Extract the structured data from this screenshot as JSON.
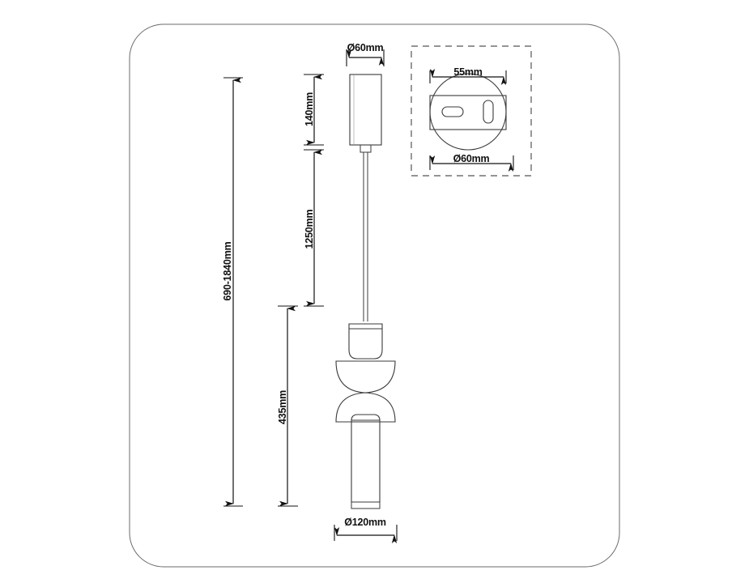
{
  "drawing": {
    "title": "Pendant lamp technical dimension drawing",
    "units": "mm",
    "line_color": "#4a4a4a",
    "text_color": "#111111",
    "background": "#ffffff"
  },
  "dimensions": {
    "total_drop_range": "690-1840mm",
    "canopy_height": "140mm",
    "suspension_cable": "1250mm",
    "fixture_height": "435mm",
    "canopy_diameter": "Ø60mm",
    "shade_diameter": "Ø120mm"
  },
  "detail_view": {
    "plate_width": "55mm",
    "plate_diameter": "Ø60mm"
  }
}
